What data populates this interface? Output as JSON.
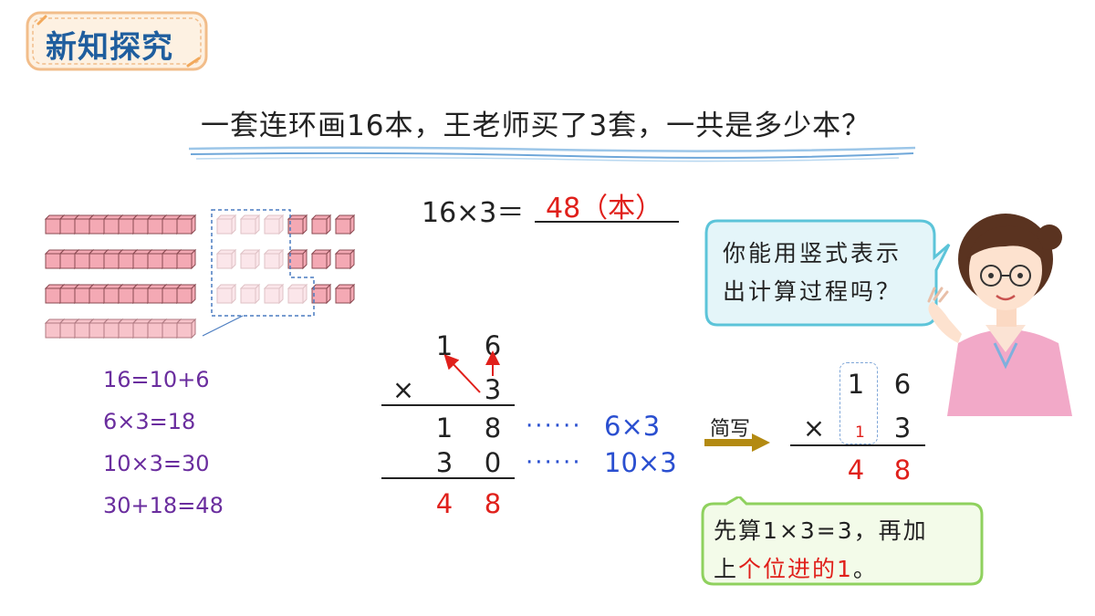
{
  "header": {
    "tag": "新知探究"
  },
  "question": "一套连环画16本，王老师买了3套，一共是多少本？",
  "equation": {
    "left": "16×3＝",
    "answer": "48（本）"
  },
  "steps": [
    "16=10+6",
    "6×3=18",
    "10×3=30",
    "30+18=48"
  ],
  "calc1": {
    "top": [
      "1",
      "6"
    ],
    "times": "×",
    "multiplier": "3",
    "partial1": [
      "1",
      "8"
    ],
    "partial2": [
      "3",
      "0"
    ],
    "result": [
      "4",
      "8"
    ],
    "dots": "······",
    "note1": "6×3",
    "note2": "10×3"
  },
  "arrow_label": "简写",
  "calc2": {
    "top": [
      "1",
      "6"
    ],
    "times": "×",
    "carry": "1",
    "multiplier": "3",
    "result": [
      "4",
      "8"
    ]
  },
  "teacher_bubble": {
    "line1": "你能用竖式表示",
    "line2": "出计算过程吗？"
  },
  "hint_bubble": {
    "line1": "先算1×3=3，再加",
    "line2_prefix": "上",
    "line2_red": "个位进的1",
    "line2_suffix": "。"
  },
  "colors": {
    "accent_red": "#e0201b",
    "step_purple": "#6a2d9e",
    "note_blue": "#2a4fd0",
    "bubble_blue_bg": "#e4f5f9",
    "bubble_green_bg": "#f3fbe9"
  }
}
